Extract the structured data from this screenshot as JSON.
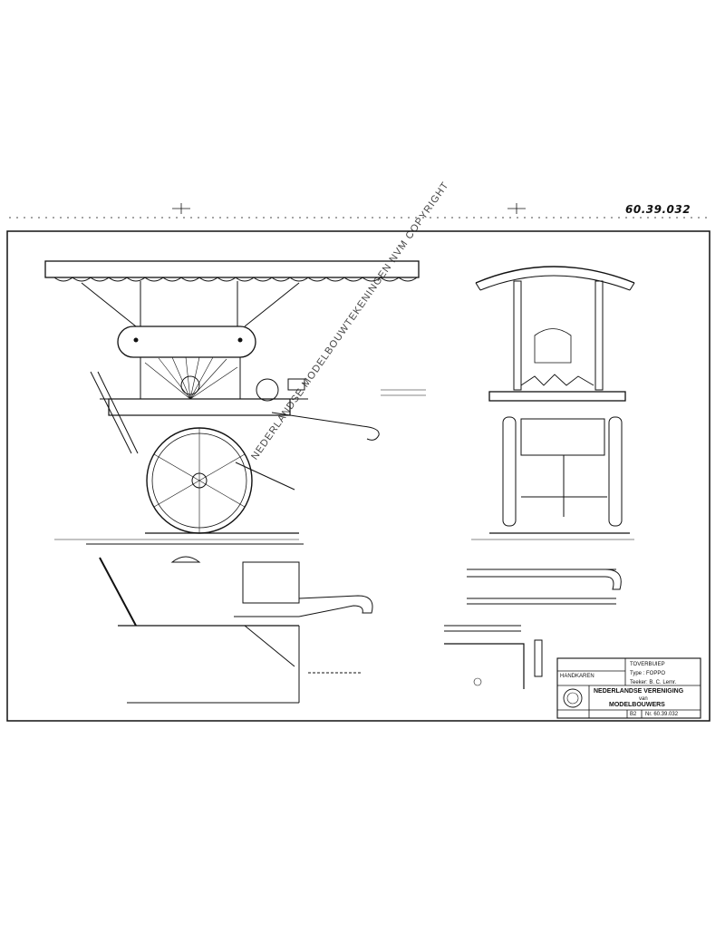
{
  "drawing_ref": "60.39.032",
  "watermark": "NEDERLANDSE MODELBOUWTEKENINGEN NVM COPYRIGHT",
  "title_block": {
    "subject": "TOVERBUIEP",
    "model": "Type : FOPPO",
    "section": "HANDKAREN",
    "drawn_by": "Teeker: B. C. Lemr.",
    "org_line1": "NEDERLANDSE VERENIGING",
    "org_line2": "van",
    "org_line3": "MODELBOUWERS",
    "sheet": "B2",
    "number": "Nr. 60.39.032"
  }
}
